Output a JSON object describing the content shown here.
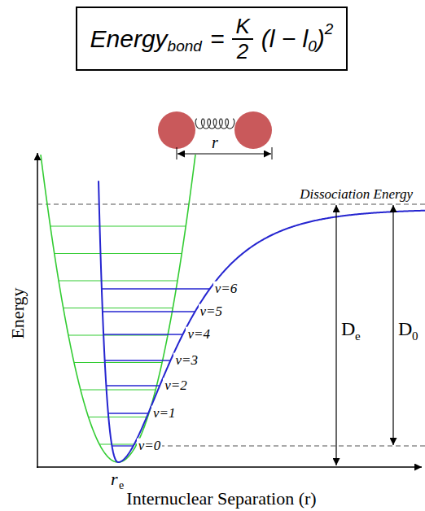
{
  "diagram": {
    "nodes": [
      {
        "text": [
          "Energy",
          "bond",
          "=",
          "K",
          "2",
          "(l − l",
          "0",
          ")",
          "2"
        ]
      }
    ],
    "labels": [
      "Dissociation Energy",
      "v=6",
      "v=5",
      "v=4",
      "v=3",
      "v=2",
      "v=1",
      "v=0",
      "D",
      "e",
      "D",
      "0",
      "r",
      "r",
      "e",
      "Energy",
      "Internuclear Separation (r)"
    ]
  }
}
